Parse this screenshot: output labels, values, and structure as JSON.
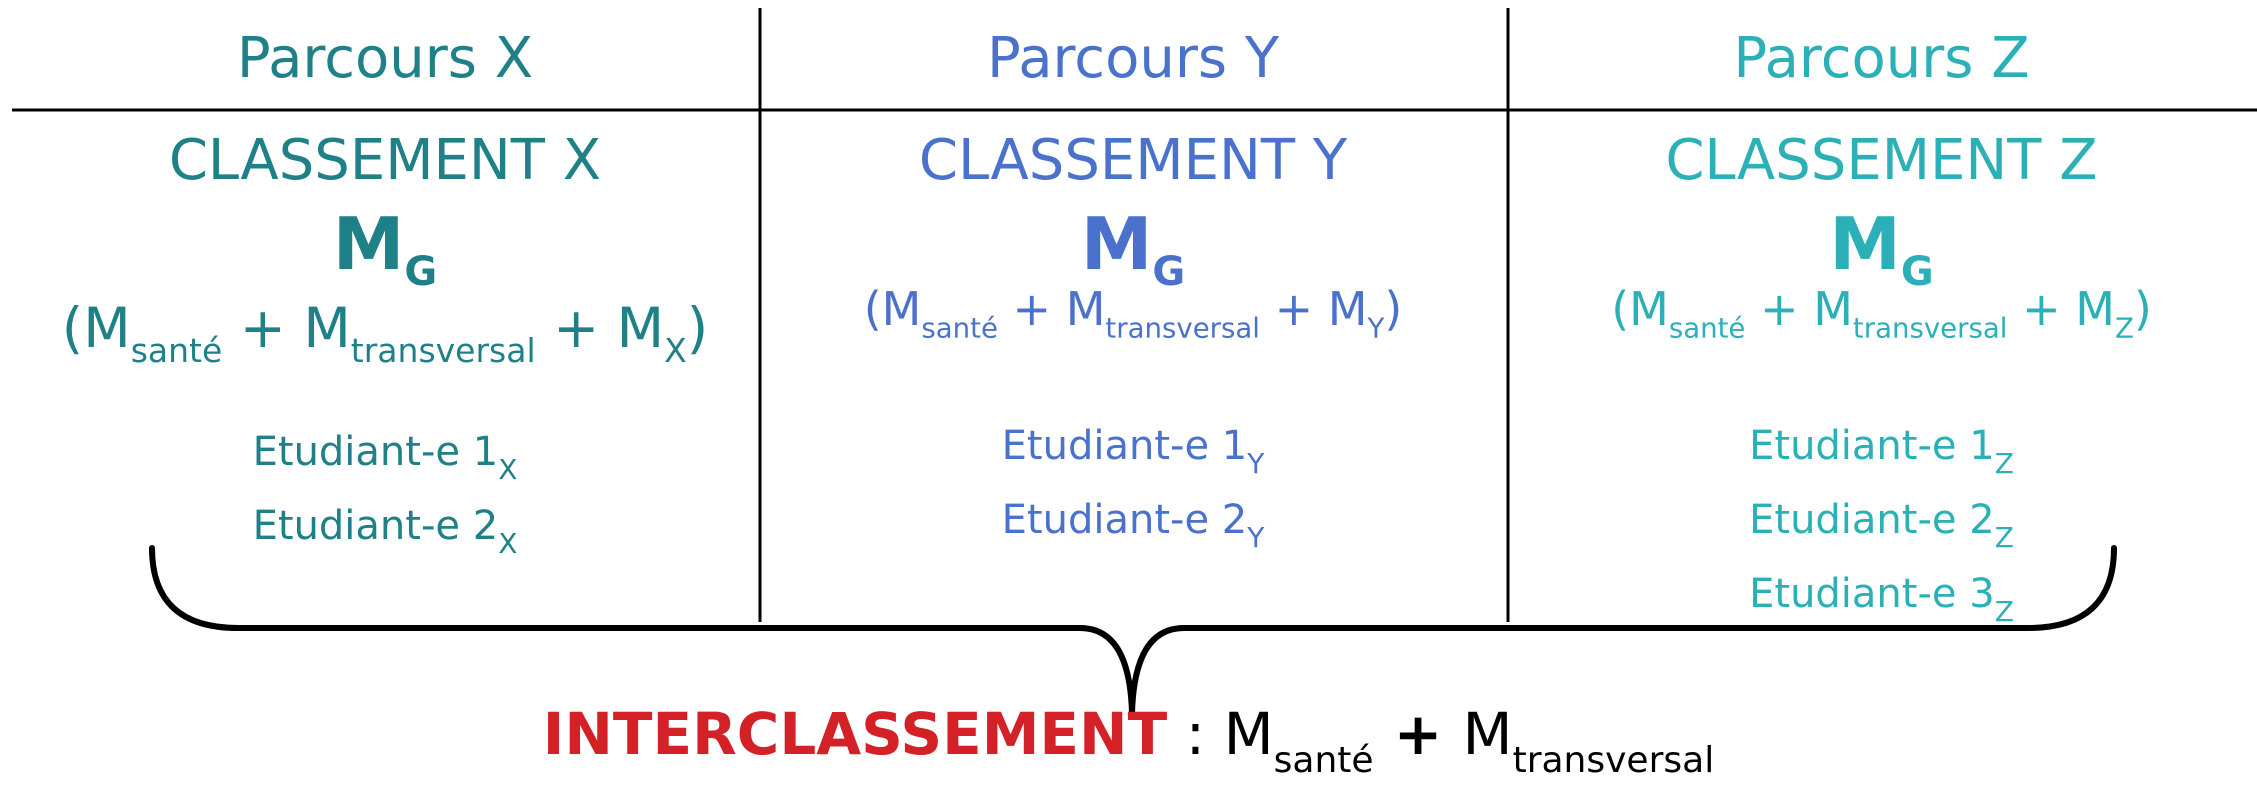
{
  "columns": [
    {
      "parcours": "Parcours X",
      "classement": "CLASSEMENT X",
      "mg": {
        "main": "M",
        "sub": "G"
      },
      "formula": {
        "open": "(M",
        "sante": "santé",
        "plus1": " + M",
        "transversal": "transversal",
        "plus2": " + M",
        "suffix": "X",
        "close": ")"
      },
      "students": [
        {
          "label": "Etudiant-e 1",
          "sub": "X"
        },
        {
          "label": "Etudiant-e 2",
          "sub": "X"
        }
      ]
    },
    {
      "parcours": "Parcours Y",
      "classement": "CLASSEMENT Y",
      "mg": {
        "main": "M",
        "sub": "G"
      },
      "formula": {
        "open": "(M",
        "sante": "santé",
        "plus1": " + M",
        "transversal": "transversal",
        "plus2": " + M",
        "suffix": "Y",
        "close": ")"
      },
      "students": [
        {
          "label": "Etudiant-e 1",
          "sub": "Y"
        },
        {
          "label": "Etudiant-e 2",
          "sub": "Y"
        }
      ]
    },
    {
      "parcours": "Parcours Z",
      "classement": "CLASSEMENT Z",
      "mg": {
        "main": "M",
        "sub": "G"
      },
      "formula": {
        "open": "(M",
        "sante": "santé",
        "plus1": " + M",
        "transversal": "transversal",
        "plus2": " + M",
        "suffix": "Z",
        "close": ")"
      },
      "students": [
        {
          "label": "Etudiant-e 1",
          "sub": "Z"
        },
        {
          "label": "Etudiant-e 2",
          "sub": "Z"
        },
        {
          "label": "Etudiant-e 3",
          "sub": "Z"
        }
      ]
    }
  ],
  "interclassement": {
    "title": "INTERCLASSEMENT",
    "sep": " : M",
    "sante": "santé",
    "plus": " + ",
    "m": "M",
    "transversal": "transversal"
  },
  "colors": {
    "x": "#1f8088",
    "y": "#4a72cc",
    "z": "#2ab0b6",
    "interclassement": "#d42027",
    "lines": "#000000"
  }
}
